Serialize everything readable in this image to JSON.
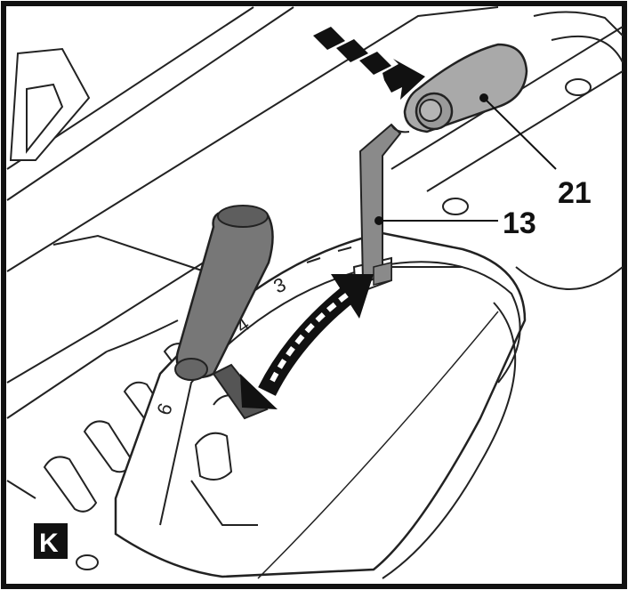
{
  "figure": {
    "panel_letter": "K",
    "callouts": [
      {
        "id": "handle",
        "label": "21"
      },
      {
        "id": "lever",
        "label": "13"
      }
    ],
    "scale_marks": [
      "3",
      "4",
      "6"
    ],
    "colors": {
      "frame": "#111111",
      "lever_grey": "#8a8a8a",
      "handle_light": "#a9a9a9",
      "dark_handle": "#777777",
      "arrow": "#111111",
      "outline": "#222222"
    }
  }
}
